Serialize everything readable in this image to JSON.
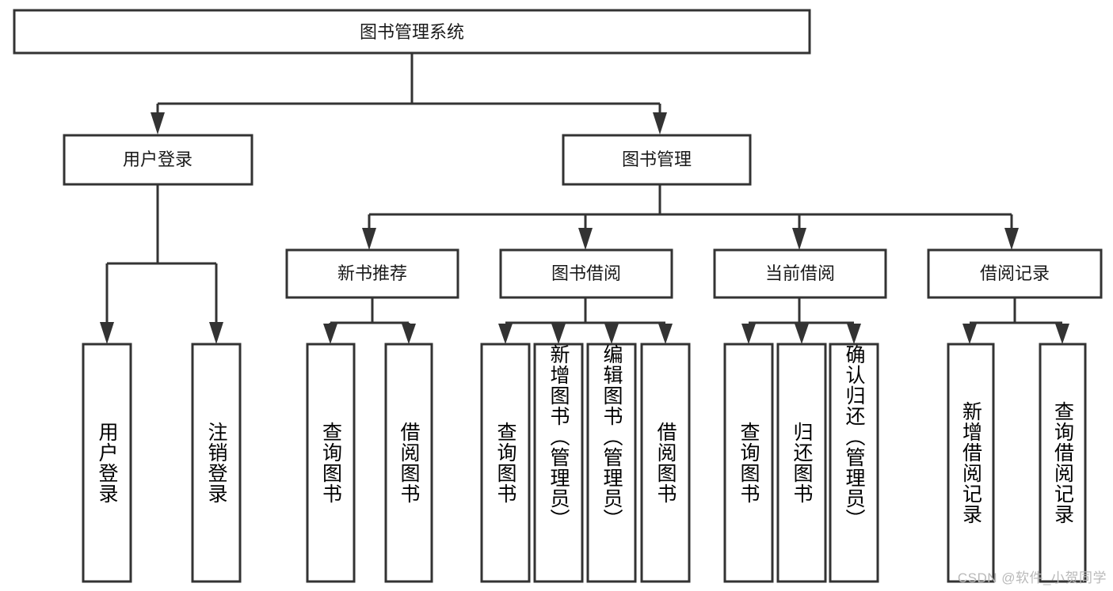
{
  "diagram": {
    "title": "图书管理系统",
    "root": {
      "label": "图书管理系统"
    },
    "level1": [
      {
        "label": "用户登录"
      },
      {
        "label": "图书管理"
      }
    ],
    "level2": [
      {
        "label": "新书推荐"
      },
      {
        "label": "图书借阅"
      },
      {
        "label": "当前借阅"
      },
      {
        "label": "借阅记录"
      }
    ],
    "leaves": {
      "user_login": [
        {
          "label": "用户登录"
        },
        {
          "label": "注销登录"
        }
      ],
      "new_book_recommend": [
        {
          "label": "查询图书"
        },
        {
          "label": "借阅图书"
        }
      ],
      "book_borrow": [
        {
          "label": "查询图书"
        },
        {
          "label": "新增图书（管理员）"
        },
        {
          "label": "编辑图书（管理员）"
        },
        {
          "label": "借阅图书"
        }
      ],
      "current_borrow": [
        {
          "label": "查询图书"
        },
        {
          "label": "归还图书"
        },
        {
          "label": "确认归还（管理员）"
        }
      ],
      "borrow_record": [
        {
          "label": "新增借阅记录"
        },
        {
          "label": "查询借阅记录"
        }
      ]
    }
  },
  "watermark": {
    "text": "CSDN @软件_小贺同学"
  },
  "colors": {
    "box_stroke": "#333333",
    "box_fill": "#ffffff",
    "text": "#1a1a1a",
    "watermark": "#b9b9b9",
    "background": "#ffffff"
  }
}
